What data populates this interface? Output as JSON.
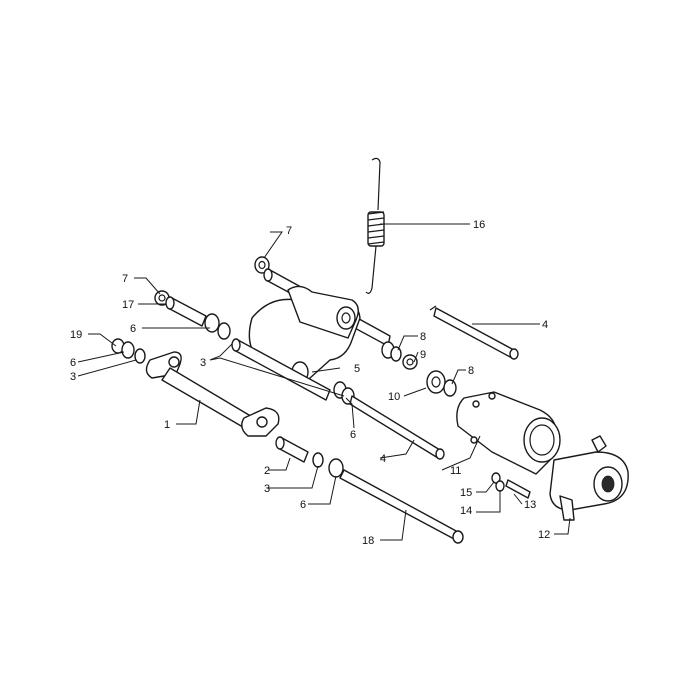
{
  "diagram": {
    "callouts": [
      {
        "id": "c16",
        "text": "16"
      },
      {
        "id": "c7a",
        "text": "7"
      },
      {
        "id": "c7b",
        "text": "7"
      },
      {
        "id": "c17",
        "text": "17"
      },
      {
        "id": "c6a",
        "text": "6"
      },
      {
        "id": "c19",
        "text": "19"
      },
      {
        "id": "c6b",
        "text": "6"
      },
      {
        "id": "c3a",
        "text": "3"
      },
      {
        "id": "c3b",
        "text": "3"
      },
      {
        "id": "c1",
        "text": "1"
      },
      {
        "id": "c5",
        "text": "5"
      },
      {
        "id": "c6c",
        "text": "6"
      },
      {
        "id": "c4a",
        "text": "4"
      },
      {
        "id": "c8a",
        "text": "8"
      },
      {
        "id": "c9",
        "text": "9"
      },
      {
        "id": "c8b",
        "text": "8"
      },
      {
        "id": "c10",
        "text": "10"
      },
      {
        "id": "c4b",
        "text": "4"
      },
      {
        "id": "c11",
        "text": "11"
      },
      {
        "id": "c2",
        "text": "2"
      },
      {
        "id": "c3c",
        "text": "3"
      },
      {
        "id": "c6d",
        "text": "6"
      },
      {
        "id": "c15",
        "text": "15"
      },
      {
        "id": "c14",
        "text": "14"
      },
      {
        "id": "c13",
        "text": "13"
      },
      {
        "id": "c12",
        "text": "12"
      },
      {
        "id": "c18",
        "text": "18"
      }
    ]
  }
}
